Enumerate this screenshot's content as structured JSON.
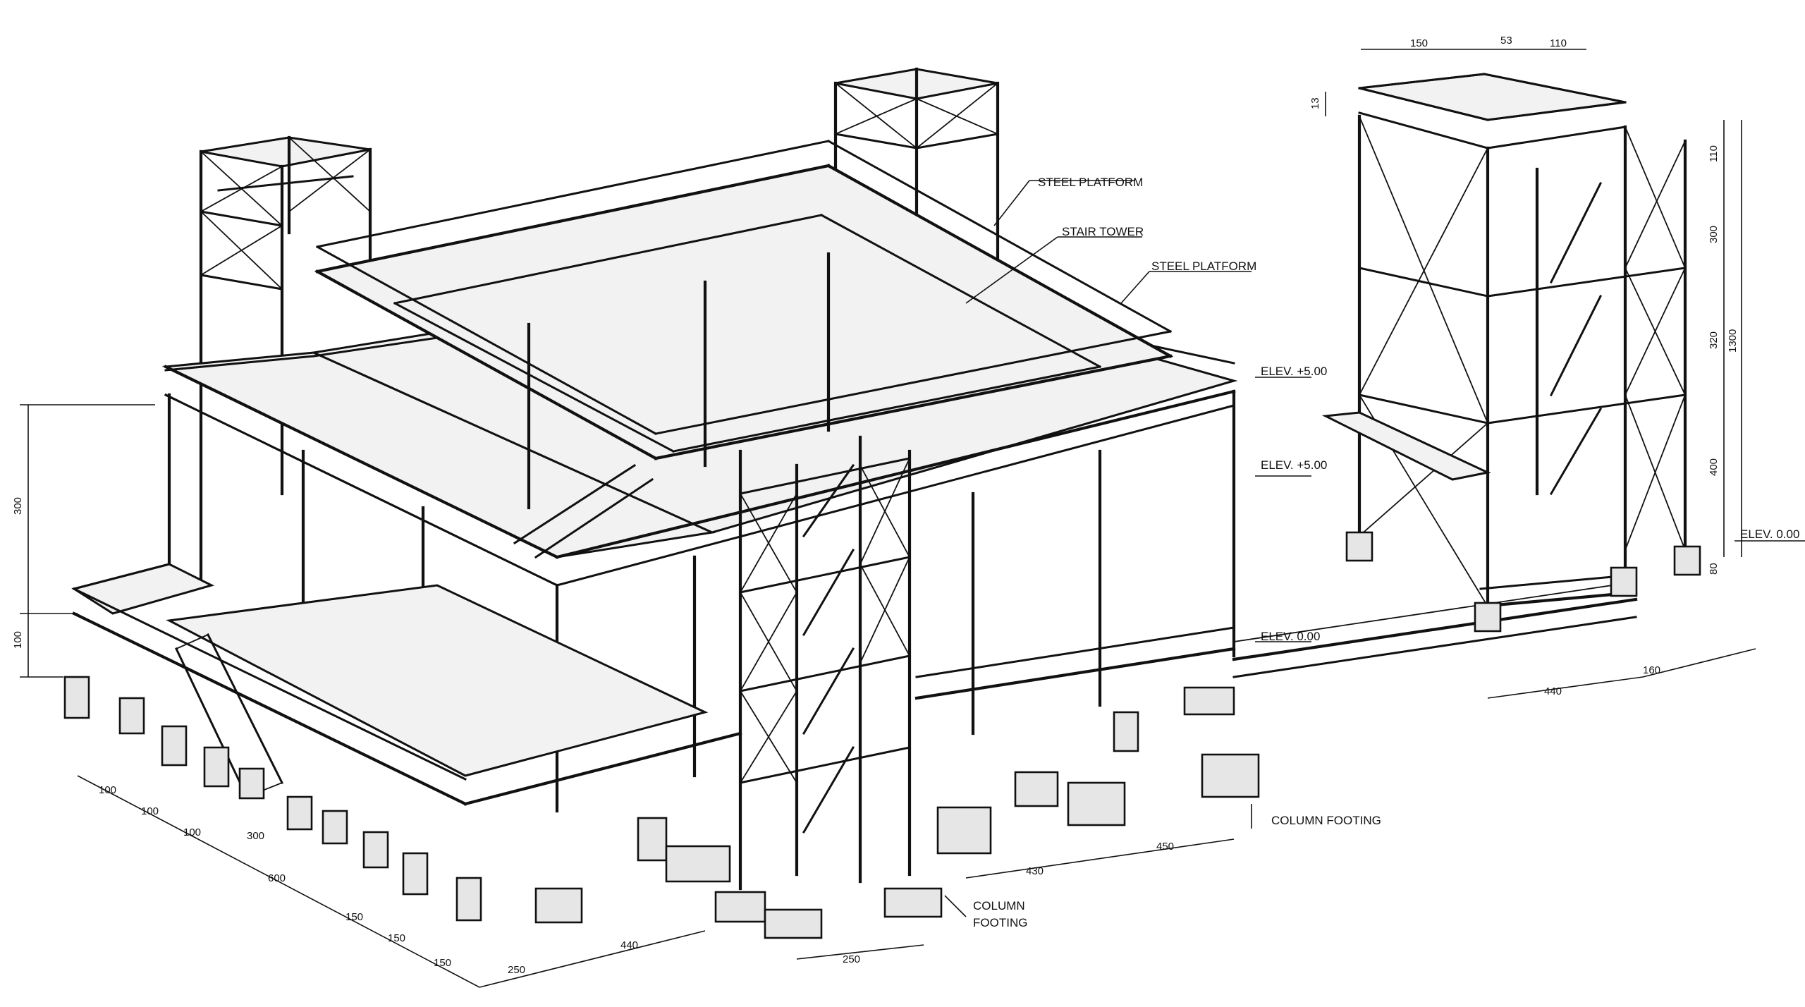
{
  "labels": {
    "steel_platform_1": "STEEL PLATFORM",
    "stair_tower": "STAIR TOWER",
    "steel_platform_2": "STEEL PLATFORM",
    "elev_top": "ELEV. +5.00",
    "elev_mid": "ELEV. +5.00",
    "elev_ground": "ELEV. 0.00",
    "elev_tower": "ELEV. 0.00",
    "column_footing_right": "COLUMN FOOTING",
    "column_footing_center_1": "COLUMN",
    "column_footing_center_2": "FOOTING"
  },
  "dimensions": {
    "left_height_upper": "300",
    "left_height_lower": "100",
    "bottom_left": [
      "100",
      "100",
      "100",
      "300",
      "600",
      "150",
      "150",
      "150"
    ],
    "bottom_front": [
      "250",
      "440"
    ],
    "bottom_center": "250",
    "bottom_right": [
      "430",
      "450"
    ],
    "tower_top": [
      "150",
      "53",
      "110"
    ],
    "tower_top_left": "13",
    "tower_right": [
      "110",
      "300",
      "320",
      "400",
      "80"
    ],
    "tower_total": "1300",
    "tower_base": [
      "440",
      "160"
    ]
  }
}
